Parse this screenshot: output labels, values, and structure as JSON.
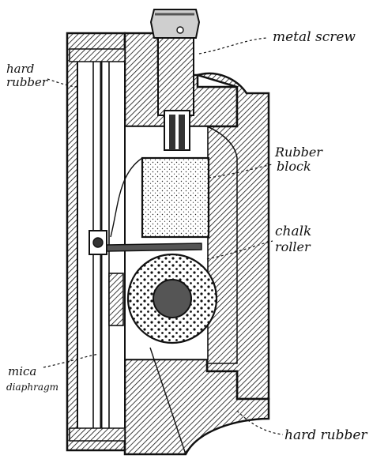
{
  "labels": {
    "metal_screw": "metal screw",
    "hard_rubber_top_line1": "hard",
    "hard_rubber_top_line2": "rubber",
    "rubber_block_line1": "Rubber",
    "rubber_block_line2": "block",
    "chalk_roller_line1": "chalk",
    "chalk_roller_line2": "roller",
    "mica_line1": "mica",
    "mica_line2": "diaphragm",
    "hard_rubber_bottom": "hard rubber"
  },
  "colors": {
    "ink": "#111111",
    "paper": "#ffffff"
  }
}
